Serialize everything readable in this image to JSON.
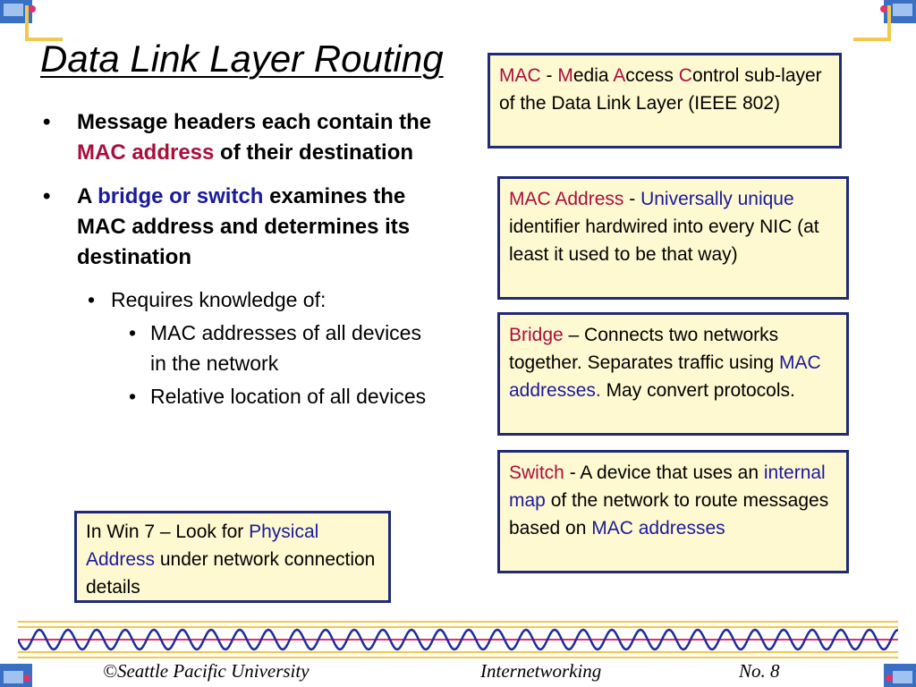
{
  "slide": {
    "title": "Data Link Layer Routing",
    "bullets": [
      {
        "pre": "Message headers each contain the ",
        "highlight": "MAC address",
        "post": " of their destination"
      },
      {
        "pre": "A ",
        "highlight": "bridge or switch",
        "post": " examines the MAC address and determines its destination"
      }
    ],
    "sub_bullet": "Requires knowledge of:",
    "sub_sub_bullets": [
      "MAC addresses of all devices in the network",
      "Relative location of all devices"
    ]
  },
  "callouts": {
    "mac": {
      "t1": "MAC",
      "t2": " - ",
      "t3": "M",
      "t4": "edia ",
      "t5": "A",
      "t6": "ccess ",
      "t7": "C",
      "t8": "ontrol sub-layer of the Data Link Layer (IEEE 802)"
    },
    "mac_address": {
      "term": "MAC Address",
      "sep": " - ",
      "highlight": "Universally unique",
      "rest": " identifier hardwired into every NIC (at least it used to be that way)"
    },
    "bridge": {
      "term": "Bridge",
      "rest1": " – Connects two networks together. Separates traffic using ",
      "highlight": "MAC addresses.",
      "rest2": " May convert protocols."
    },
    "switch": {
      "term": "Switch",
      "rest1": " - A device that uses an ",
      "highlight1": "internal map",
      "rest2": " of the network to route messages based on ",
      "highlight2": "MAC addresses"
    },
    "win7": {
      "pre": "In Win 7 – Look for ",
      "highlight": "Physical Address",
      "post": " under network connection details"
    }
  },
  "footer": {
    "copyright": "©Seattle Pacific University",
    "topic": "Internetworking",
    "page": "No. 8"
  },
  "colors": {
    "term_red": "#a80f3c",
    "highlight_blue": "#1a1a9c",
    "callout_fill": "#fff9d1",
    "callout_border": "#1f2a78"
  }
}
